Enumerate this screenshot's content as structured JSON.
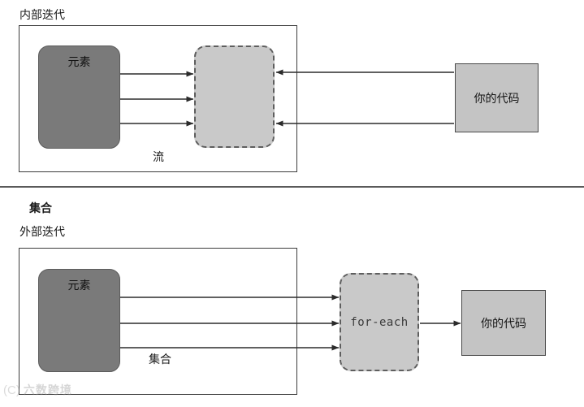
{
  "diagram": {
    "title_internal": "内部迭代",
    "title_collection_bold": "集合",
    "title_external": "外部迭代",
    "colors": {
      "elements_fill": "#7a7a7a",
      "stream_fill": "#c9c9c9",
      "code_fill": "#c4c4c4",
      "stroke": "#3c3c3c",
      "divider": "#5a5a5a"
    }
  },
  "top_panel": {
    "caption": "内部迭代",
    "elements_box_label": "元素",
    "stream_box_label": "",
    "container_label": "流",
    "code_box_label": "你的代码",
    "arrow_count_in": 3,
    "arrow_count_out": 2
  },
  "bottom_panel": {
    "caption_bold": "集合",
    "caption": "外部迭代",
    "elements_box_label": "元素",
    "foreach_box_label": "for-each",
    "container_label": "集合",
    "code_box_label": "你的代码",
    "arrow_count_in": 3,
    "arrow_count_out": 1
  },
  "watermark": {
    "mark": "(C)",
    "text": "六数跨境"
  }
}
